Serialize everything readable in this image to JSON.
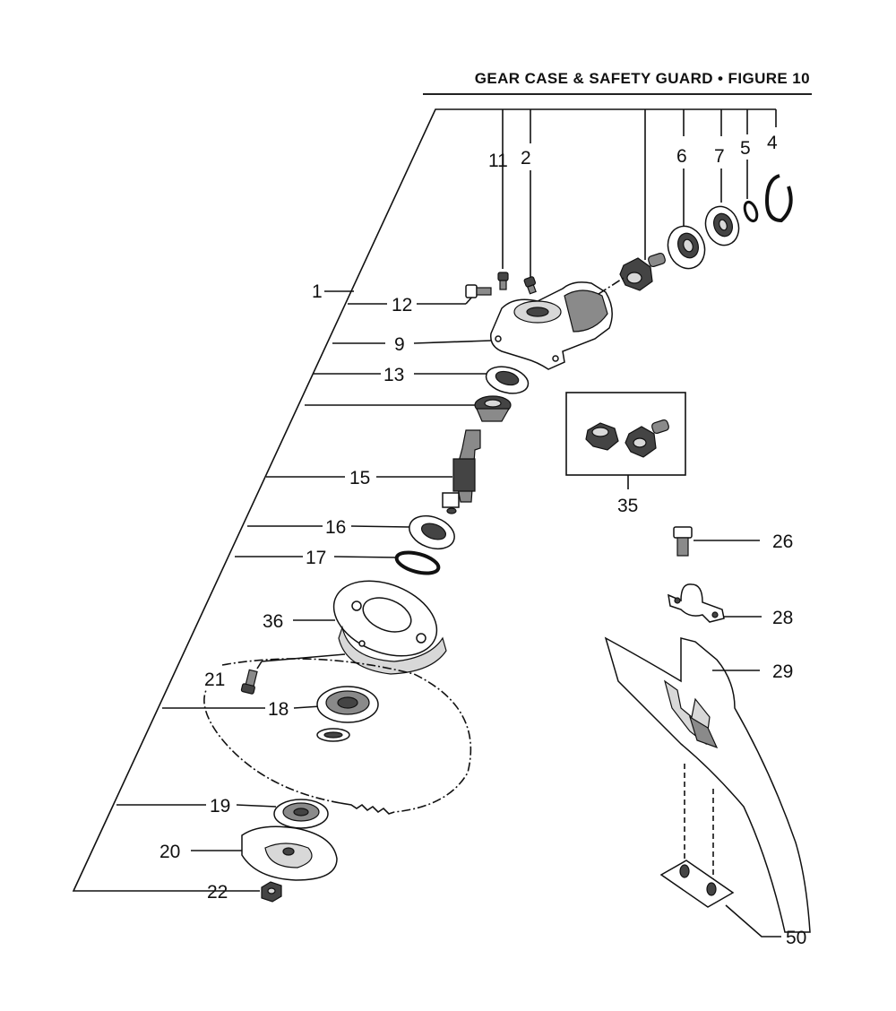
{
  "header": {
    "title": "GEAR CASE & SAFETY GUARD  •  FIGURE 10"
  },
  "callouts": {
    "c1": "1",
    "c2": "2",
    "c4": "4",
    "c5": "5",
    "c6": "6",
    "c7": "7",
    "c9": "9",
    "c11": "11",
    "c12": "12",
    "c13": "13",
    "c15": "15",
    "c16": "16",
    "c17": "17",
    "c18": "18",
    "c19": "19",
    "c20": "20",
    "c21": "21",
    "c22": "22",
    "c26": "26",
    "c28": "28",
    "c29": "29",
    "c35": "35",
    "c36": "36",
    "c50": "50"
  }
}
